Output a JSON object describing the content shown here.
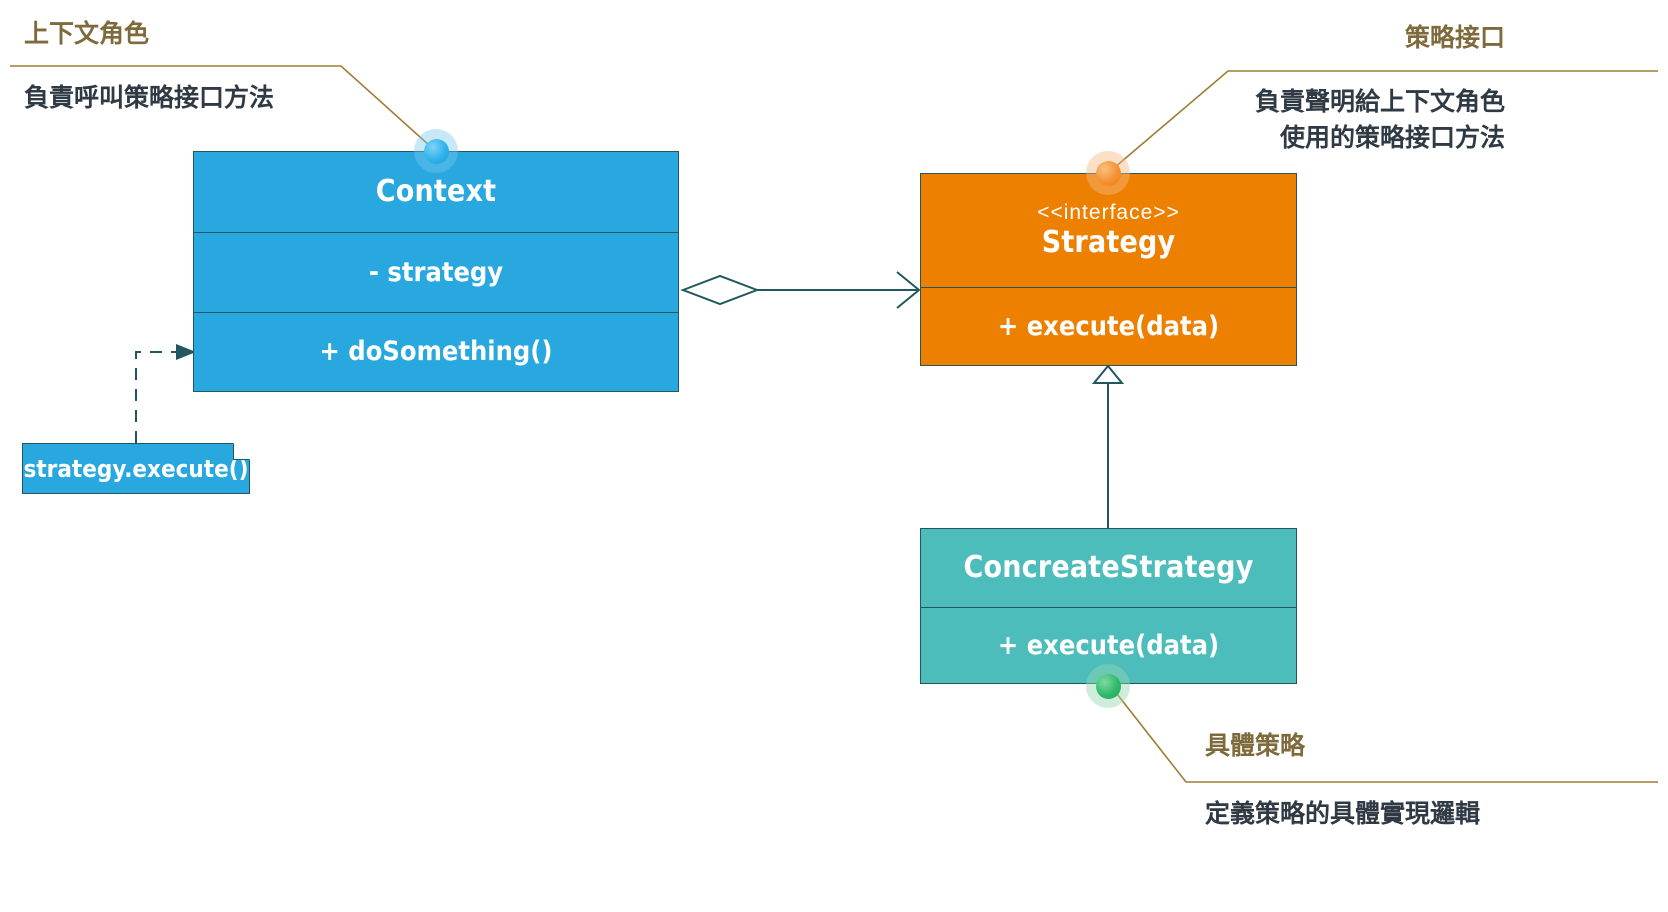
{
  "diagram": {
    "title": "Strategy Pattern UML Class Diagram",
    "colors": {
      "context_fill": "#29a8e0",
      "strategy_fill": "#ed8000",
      "concrete_fill": "#4cbdbb",
      "border": "#20585e",
      "callout_line": "#9b7d33",
      "callout_title_text": "#7f6a3c",
      "callout_body_text": "#2f3a44",
      "dot_context": "#2fb3ec",
      "dot_strategy": "#f39236",
      "dot_concrete": "#2fb96a"
    }
  },
  "classes": {
    "context": {
      "name": "Context",
      "attribute": "- strategy",
      "operation": "+ doSomething()"
    },
    "strategy": {
      "stereotype": "<<interface>>",
      "name": "Strategy",
      "operation": "+ execute(data)"
    },
    "concrete": {
      "name": "ConcreateStrategy",
      "operation": "+ execute(data)"
    }
  },
  "note": {
    "text": "strategy.execute()"
  },
  "callouts": {
    "context": {
      "title": "上下文角色",
      "body_lines": [
        "負責呼叫策略接口方法"
      ]
    },
    "strategy": {
      "title": "策略接口",
      "body_lines": [
        "負責聲明給上下文角色",
        "使用的策略接口方法"
      ]
    },
    "concrete": {
      "title": "具體策略",
      "body_lines": [
        "定義策略的具體實現邏輯"
      ]
    }
  },
  "relations": {
    "aggregation": {
      "label": "",
      "from": "Context",
      "to": "Strategy",
      "kind": "aggregation-directed"
    },
    "realization": {
      "label": "",
      "from": "ConcreateStrategy",
      "to": "Strategy",
      "kind": "generalization"
    },
    "note_link": {
      "label": "",
      "from": "strategy.execute()",
      "to": "Context",
      "kind": "dependency-dashed"
    }
  }
}
